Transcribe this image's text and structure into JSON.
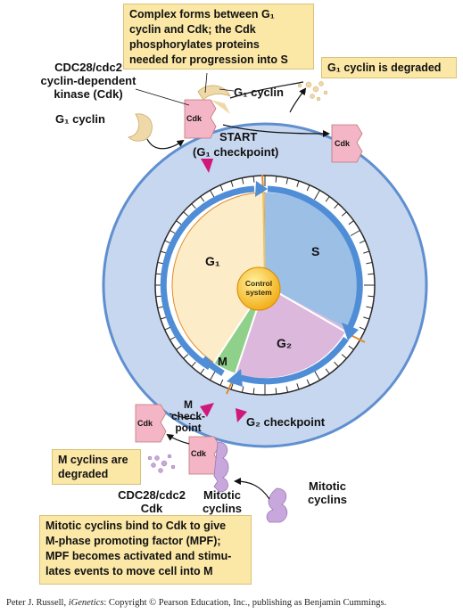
{
  "notes": {
    "complex_forms": [
      "Complex forms between G₁",
      "cyclin and Cdk; the Cdk",
      "phosphorylates proteins",
      "needed for progression into S"
    ],
    "g1_degraded": "G₁ cyclin is degraded",
    "m_degraded": [
      "M cyclins are",
      "degraded"
    ],
    "mpf": [
      "Mitotic cyclins bind to Cdk to give",
      "M-phase promoting factor (MPF);",
      "MPF becomes activated  and stimu-",
      "lates events to move cell into M"
    ]
  },
  "labels": {
    "cdk_top": [
      "CDC28/cdc2",
      "cyclin-dependent",
      "kinase (Cdk)"
    ],
    "g1_cyclin_left": "G₁ cyclin",
    "g1_cyclin_bound": "G₁ cyclin",
    "start": "START",
    "g1_checkpoint": "(G₁ checkpoint)",
    "m_checkpoint": [
      "M",
      "check-",
      "point"
    ],
    "g2_checkpoint": "G₂ checkpoint",
    "cdk_bottom": [
      "CDC28/cdc2",
      "Cdk"
    ],
    "mitotic_bound": [
      "Mitotic",
      "cyclins"
    ],
    "mitotic_free": [
      "Mitotic",
      "cyclins"
    ],
    "cdk_tag": "Cdk"
  },
  "phases": {
    "g1": "G₁",
    "s": "S",
    "g2": "G₂",
    "m": "M",
    "control": [
      "Control",
      "system"
    ]
  },
  "credit": {
    "prefix": "Peter J. Russell, ",
    "title": "iGenetics",
    "suffix": ": Copyright © Pearson Education, Inc., publishing as Benjamin Cummings."
  },
  "colors": {
    "outer_ring": "#c7d7ef",
    "outer_ring_edge": "#5f8fd0",
    "arrow_blue": "#4f8ed6",
    "g1_fill": "#fdecc8",
    "s_fill": "#9cbfe6",
    "g2_fill": "#dcb8dc",
    "m_fill": "#8fd08a",
    "divider": "#e08a2c",
    "cdk_pink": "#f4b6c6",
    "cyclin_tan": "#f0d9a8",
    "mitotic_purple": "#c8a8dc",
    "checkpoint_magenta": "#d0187a",
    "control_yellow": "#f9c21b",
    "note_yellow": "#fbe7a6"
  }
}
